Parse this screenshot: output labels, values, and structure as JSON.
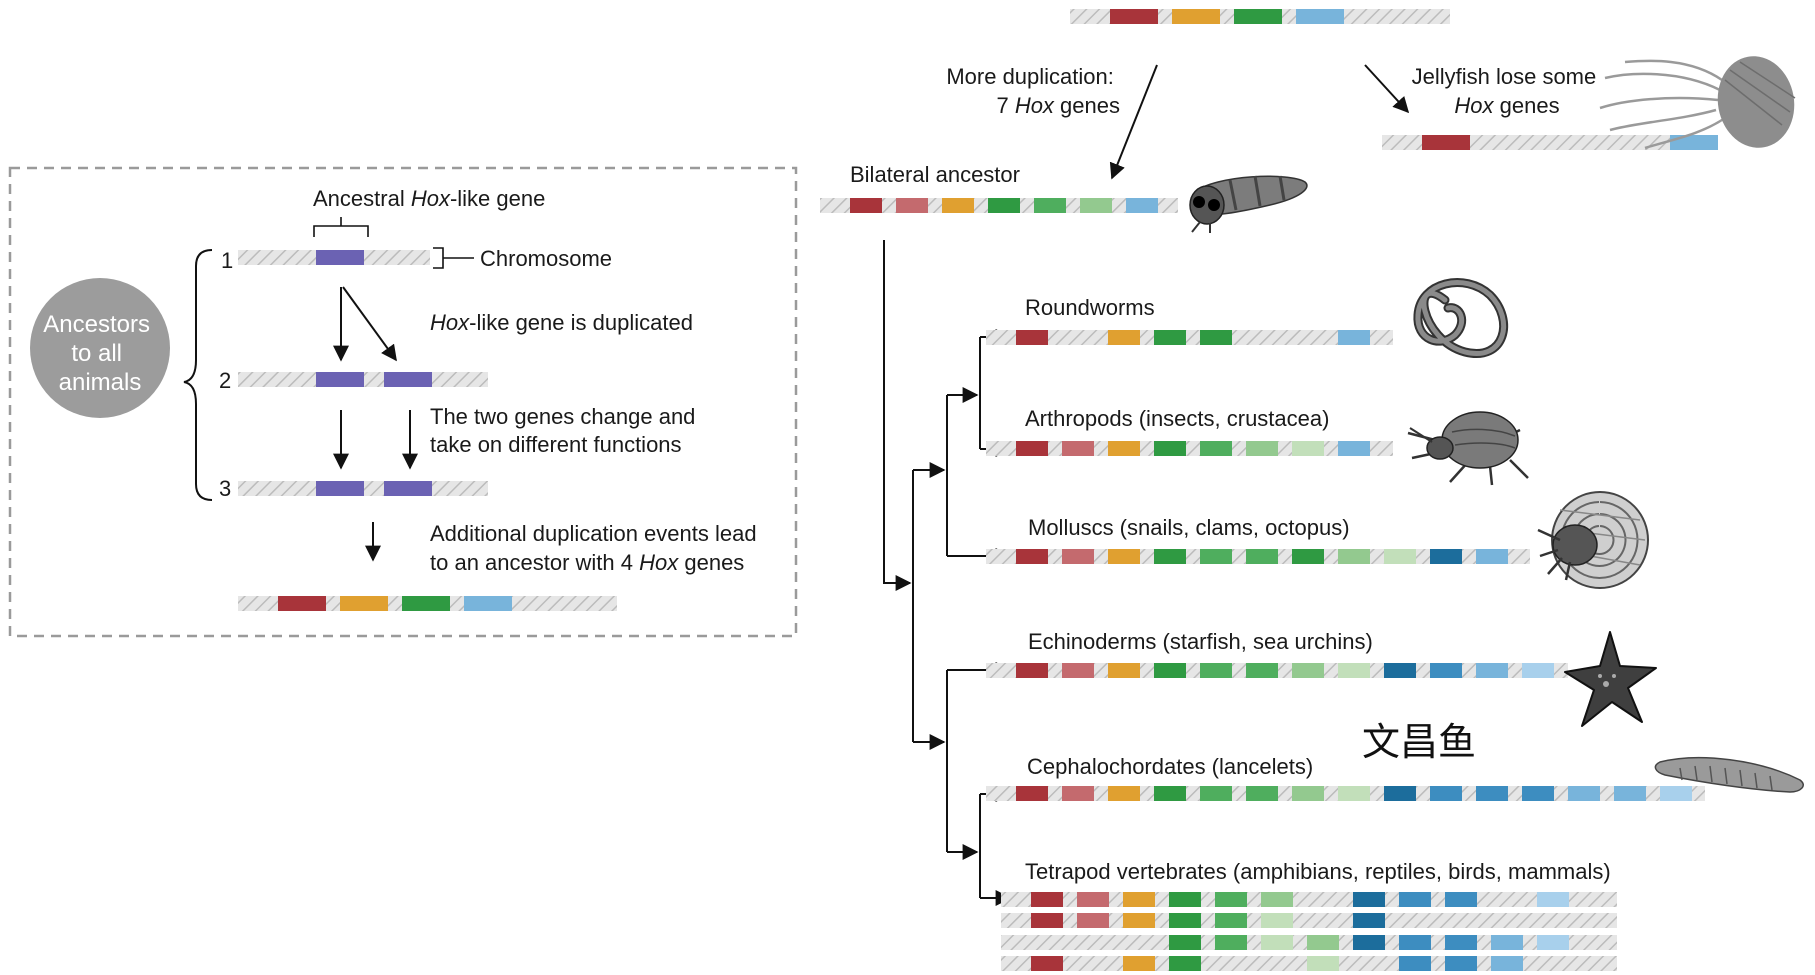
{
  "colors": {
    "red": "#a8343a",
    "pink": "#c46a6e",
    "orange": "#e0a030",
    "green": "#2f9a42",
    "mgreen": "#4fae5e",
    "lgreen": "#93c98f",
    "vlgreen": "#c2dfba",
    "navy": "#1c6d9c",
    "blue": "#3d8dc0",
    "lblue": "#78b4db",
    "vlblue": "#a8d0ec",
    "purple": "#6b62b3",
    "gray_circle": "#9c9c9c"
  },
  "inset": {
    "circle_label": [
      "Ancestors",
      "to all",
      "animals"
    ],
    "gene_label_before": "Ancestral ",
    "gene_label_italic": "Hox",
    "gene_label_after": "-like gene",
    "chromosome_label": "Chromosome",
    "step_numbers": [
      "1",
      "2",
      "3"
    ],
    "step1_italic": "Hox",
    "step1_text": "-like gene is duplicated",
    "step2_text": [
      "The two genes change and",
      "take on different functions"
    ],
    "step3_line1": "Additional duplication events lead",
    "step3_line2_before": "to an ancestor with 4 ",
    "step3_line2_italic": "Hox",
    "step3_line2_after": " genes"
  },
  "top": {
    "more_dup_line1": "More duplication:",
    "more_dup_line2_before": "7 ",
    "more_dup_line2_italic": "Hox",
    "more_dup_line2_after": " genes",
    "jelly_line1": "Jellyfish lose some",
    "jelly_line2_italic": "Hox",
    "jelly_line2_after": " genes"
  },
  "species": {
    "bilateral": "Bilateral ancestor",
    "roundworms": "Roundworms",
    "arthropods": "Arthropods (insects, crustacea)",
    "molluscs": "Molluscs (snails, clams, octopus)",
    "echinoderms": "Echinoderms (starfish, sea urchins)",
    "cephalochordates": "Cephalochordates (lancelets)",
    "tetrapods": "Tetrapod vertebrates (amphibians, reptiles, birds, mammals)"
  },
  "watermark": "文昌鱼",
  "icons": [
    "jellyfish-icon",
    "larva-icon",
    "roundworm-icon",
    "beetle-icon",
    "nautilus-icon",
    "starfish-icon",
    "lancelet-icon"
  ],
  "chromosomes": {
    "inset_step1": [
      "purple"
    ],
    "inset_step2": [
      "purple",
      "purple"
    ],
    "inset_step3": [
      "purple",
      "purple"
    ],
    "inset_four": [
      "red",
      "orange",
      "green",
      "lblue"
    ],
    "top_four": [
      "red",
      "orange",
      "green",
      "lblue"
    ],
    "jellyfish": [
      "red",
      "-",
      "-",
      "-",
      "lblue"
    ],
    "bilateral": [
      "red",
      "pink",
      "orange",
      "green",
      "mgreen",
      "lgreen",
      "lblue"
    ],
    "roundworms": [
      "red",
      "-",
      "orange",
      "green",
      "green",
      "-",
      "-",
      "lblue"
    ],
    "arthropods": [
      "red",
      "pink",
      "orange",
      "green",
      "mgreen",
      "lgreen",
      "vlgreen",
      "lblue"
    ],
    "molluscs": [
      "red",
      "pink",
      "orange",
      "green",
      "mgreen",
      "mgreen",
      "green",
      "lgreen",
      "vlgreen",
      "navy",
      "lblue"
    ],
    "echinoderms": [
      "red",
      "pink",
      "orange",
      "green",
      "mgreen",
      "mgreen",
      "lgreen",
      "vlgreen",
      "navy",
      "blue",
      "lblue",
      "vlblue"
    ],
    "cephalochordates": [
      "red",
      "pink",
      "orange",
      "green",
      "mgreen",
      "mgreen",
      "lgreen",
      "vlgreen",
      "navy",
      "blue",
      "blue",
      "blue",
      "lblue",
      "lblue",
      "vlblue"
    ],
    "tetrapod_a": [
      "red",
      "pink",
      "orange",
      "green",
      "mgreen",
      "lgreen",
      "-",
      "navy",
      "blue",
      "blue",
      "-",
      "vlblue"
    ],
    "tetrapod_b": [
      "red",
      "pink",
      "orange",
      "green",
      "mgreen",
      "vlgreen",
      "-",
      "navy",
      "-",
      "-",
      "-",
      "-"
    ],
    "tetrapod_c": [
      "-",
      "-",
      "-",
      "green",
      "mgreen",
      "vlgreen",
      "lgreen",
      "navy",
      "blue",
      "blue",
      "lblue",
      "vlblue"
    ],
    "tetrapod_d": [
      "red",
      "-",
      "orange",
      "green",
      "-",
      "-",
      "vlgreen",
      "-",
      "blue",
      "blue",
      "lblue",
      "-"
    ]
  }
}
